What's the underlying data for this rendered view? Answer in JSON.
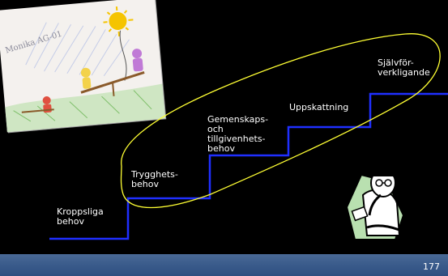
{
  "slide": {
    "page_number": "177"
  },
  "steps": [
    {
      "label": "Kroppsliga\nbehov"
    },
    {
      "label": "Trygghets-\nbehov"
    },
    {
      "label": "Gemenskaps-\noch\ntillgivenhets-\nbehov"
    },
    {
      "label": "Uppskattning"
    },
    {
      "label": "Självför-\nverkligande"
    }
  ],
  "drawing": {
    "signature": "Monika  AG-01"
  },
  "colors": {
    "background": "#000000",
    "step_line": "#1f2fff",
    "loop_curve": "#ffff33",
    "footer": "#3b5c8c",
    "text": "#ffffff"
  }
}
